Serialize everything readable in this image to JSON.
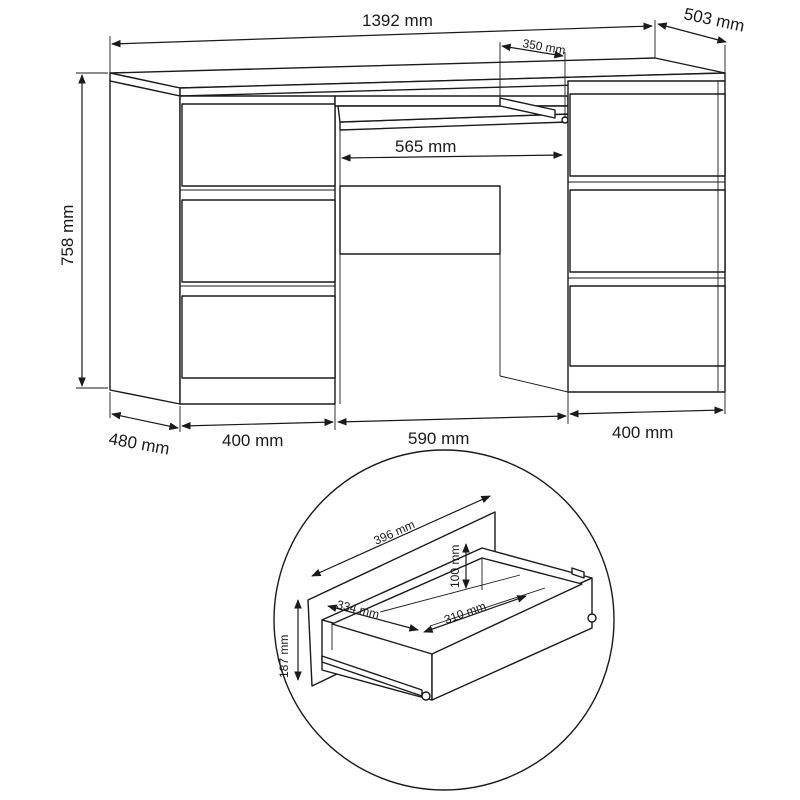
{
  "desk": {
    "dimensions": {
      "width_total": "1392 mm",
      "depth_top": "503 mm",
      "keyboard_tray_depth": "350 mm",
      "height": "758 mm",
      "inner_width_tray": "565 mm",
      "depth_side": "480 mm",
      "left_cabinet_width": "400 mm",
      "middle_width": "590 mm",
      "right_cabinet_width": "400 mm"
    }
  },
  "drawer": {
    "dimensions": {
      "front_width": "396 mm",
      "inner_height": "100 mm",
      "front_height": "187 mm",
      "inner_depth": "334 mm",
      "inner_width": "310 mm"
    }
  }
}
